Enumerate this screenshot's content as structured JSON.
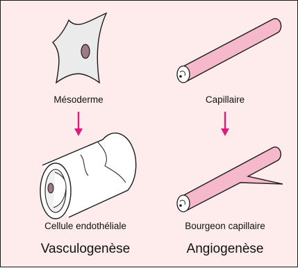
{
  "left_column": {
    "top_label": "Mésoderme",
    "bottom_label": "Cellule endothéliale",
    "process_title": "Vasculogenèse"
  },
  "right_column": {
    "top_label": "Capillaire",
    "bottom_label": "Bourgeon capillaire",
    "process_title": "Angiogenèse"
  },
  "colors": {
    "background": "#fdeceb",
    "capillary_pink": "#f6b8cb",
    "arrow_magenta": "#e0197d",
    "cell_gray": "#ebebeb",
    "nucleus": "#a07a88"
  }
}
